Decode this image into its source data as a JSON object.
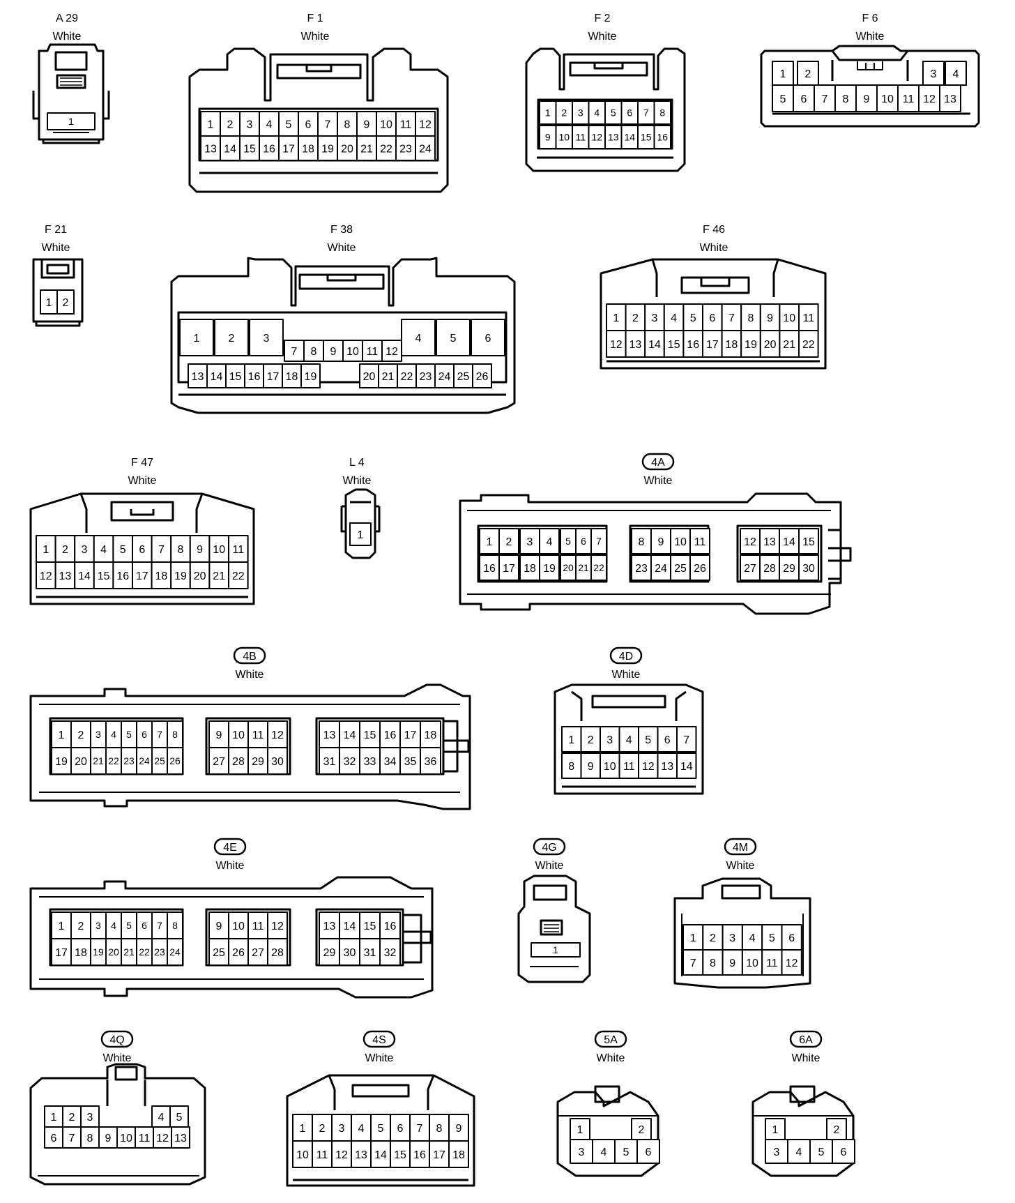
{
  "connectors": [
    {
      "id": "A 29",
      "pill": false,
      "color": "White",
      "rows": [
        [
          "1"
        ]
      ]
    },
    {
      "id": "F 1",
      "pill": false,
      "color": "White",
      "rows": [
        [
          "1",
          "2",
          "3",
          "4",
          "5",
          "6",
          "7",
          "8",
          "9",
          "10",
          "11",
          "12"
        ],
        [
          "13",
          "14",
          "15",
          "16",
          "17",
          "18",
          "19",
          "20",
          "21",
          "22",
          "23",
          "24"
        ]
      ]
    },
    {
      "id": "F 2",
      "pill": false,
      "color": "White",
      "rows": [
        [
          "1",
          "2",
          "3",
          "4",
          "5",
          "6",
          "7",
          "8"
        ],
        [
          "9",
          "10",
          "11",
          "12",
          "13",
          "14",
          "15",
          "16"
        ]
      ]
    },
    {
      "id": "F 6",
      "pill": false,
      "color": "White",
      "rows": [
        [
          "1",
          "2",
          "3",
          "4"
        ],
        [
          "5",
          "6",
          "7",
          "8",
          "9",
          "10",
          "11",
          "12",
          "13"
        ]
      ]
    },
    {
      "id": "F 21",
      "pill": false,
      "color": "White",
      "rows": [
        [
          "1",
          "2"
        ]
      ]
    },
    {
      "id": "F 38",
      "pill": false,
      "color": "White",
      "rows": [
        [
          "1",
          "2",
          "3",
          "4",
          "5",
          "6",
          "7",
          "8",
          "9",
          "10",
          "11",
          "12"
        ],
        [
          "13",
          "14",
          "15",
          "16",
          "17",
          "18",
          "19",
          "20",
          "21",
          "22",
          "23",
          "24",
          "25",
          "26"
        ]
      ]
    },
    {
      "id": "F 46",
      "pill": false,
      "color": "White",
      "rows": [
        [
          "1",
          "2",
          "3",
          "4",
          "5",
          "6",
          "7",
          "8",
          "9",
          "10",
          "11"
        ],
        [
          "12",
          "13",
          "14",
          "15",
          "16",
          "17",
          "18",
          "19",
          "20",
          "21",
          "22"
        ]
      ]
    },
    {
      "id": "F 47",
      "pill": false,
      "color": "White",
      "rows": [
        [
          "1",
          "2",
          "3",
          "4",
          "5",
          "6",
          "7",
          "8",
          "9",
          "10",
          "11"
        ],
        [
          "12",
          "13",
          "14",
          "15",
          "16",
          "17",
          "18",
          "19",
          "20",
          "21",
          "22"
        ]
      ]
    },
    {
      "id": "L 4",
      "pill": false,
      "color": "White",
      "rows": [
        [
          "1"
        ]
      ]
    },
    {
      "id": "4A",
      "pill": true,
      "color": "White",
      "rows": [
        [
          "1",
          "2",
          "3",
          "4",
          "5",
          "6",
          "7",
          "8",
          "9",
          "10",
          "11",
          "12",
          "13",
          "14",
          "15"
        ],
        [
          "16",
          "17",
          "18",
          "19",
          "20",
          "21",
          "22",
          "23",
          "24",
          "25",
          "26",
          "27",
          "28",
          "29",
          "30"
        ]
      ]
    },
    {
      "id": "4B",
      "pill": true,
      "color": "White",
      "rows": [
        [
          "1",
          "2",
          "3",
          "4",
          "5",
          "6",
          "7",
          "8",
          "9",
          "10",
          "11",
          "12",
          "13",
          "14",
          "15",
          "16",
          "17",
          "18"
        ],
        [
          "19",
          "20",
          "21",
          "22",
          "23",
          "24",
          "25",
          "26",
          "27",
          "28",
          "29",
          "30",
          "31",
          "32",
          "33",
          "34",
          "35",
          "36"
        ]
      ]
    },
    {
      "id": "4D",
      "pill": true,
      "color": "White",
      "rows": [
        [
          "1",
          "2",
          "3",
          "4",
          "5",
          "6",
          "7"
        ],
        [
          "8",
          "9",
          "10",
          "11",
          "12",
          "13",
          "14"
        ]
      ]
    },
    {
      "id": "4E",
      "pill": true,
      "color": "White",
      "rows": [
        [
          "1",
          "2",
          "3",
          "4",
          "5",
          "6",
          "7",
          "8",
          "9",
          "10",
          "11",
          "12",
          "13",
          "14",
          "15",
          "16"
        ],
        [
          "17",
          "18",
          "19",
          "20",
          "21",
          "22",
          "23",
          "24",
          "25",
          "26",
          "27",
          "28",
          "29",
          "30",
          "31",
          "32"
        ]
      ]
    },
    {
      "id": "4G",
      "pill": true,
      "color": "White",
      "rows": [
        [
          "1"
        ]
      ]
    },
    {
      "id": "4M",
      "pill": true,
      "color": "White",
      "rows": [
        [
          "1",
          "2",
          "3",
          "4",
          "5",
          "6"
        ],
        [
          "7",
          "8",
          "9",
          "10",
          "11",
          "12"
        ]
      ]
    },
    {
      "id": "4Q",
      "pill": true,
      "color": "White",
      "rows": [
        [
          "1",
          "2",
          "3",
          "4",
          "5"
        ],
        [
          "6",
          "7",
          "8",
          "9",
          "10",
          "11",
          "12",
          "13"
        ]
      ]
    },
    {
      "id": "4S",
      "pill": true,
      "color": "White",
      "rows": [
        [
          "1",
          "2",
          "3",
          "4",
          "5",
          "6",
          "7",
          "8",
          "9"
        ],
        [
          "10",
          "11",
          "12",
          "13",
          "14",
          "15",
          "16",
          "17",
          "18"
        ]
      ]
    },
    {
      "id": "5A",
      "pill": true,
      "color": "White",
      "rows": [
        [
          "1",
          "2"
        ],
        [
          "3",
          "4",
          "5",
          "6"
        ]
      ]
    },
    {
      "id": "6A",
      "pill": true,
      "color": "White",
      "rows": [
        [
          "1",
          "2"
        ],
        [
          "3",
          "4",
          "5",
          "6"
        ]
      ]
    }
  ]
}
